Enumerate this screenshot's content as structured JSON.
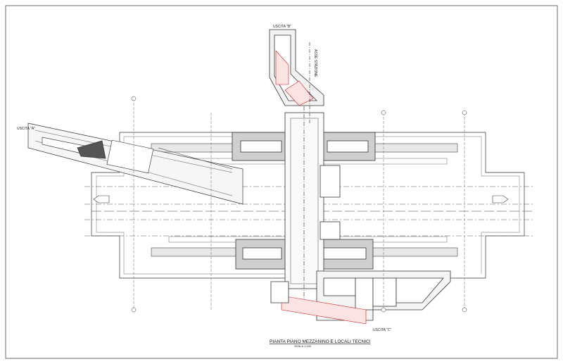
{
  "drawing": {
    "title": "PIANTA PIANO MEZZANINO E LOCALI TECNICI",
    "scale": "SCALA 1:100",
    "exits": {
      "a": "USCITA \"A\"",
      "b": "USCITA \"B\"",
      "c": "USCITA \"C\""
    },
    "axis_label": "ASSE STAZIONE",
    "colors": {
      "line": "#333333",
      "accent": "#d02020",
      "wall": "#bdbdbd"
    }
  }
}
